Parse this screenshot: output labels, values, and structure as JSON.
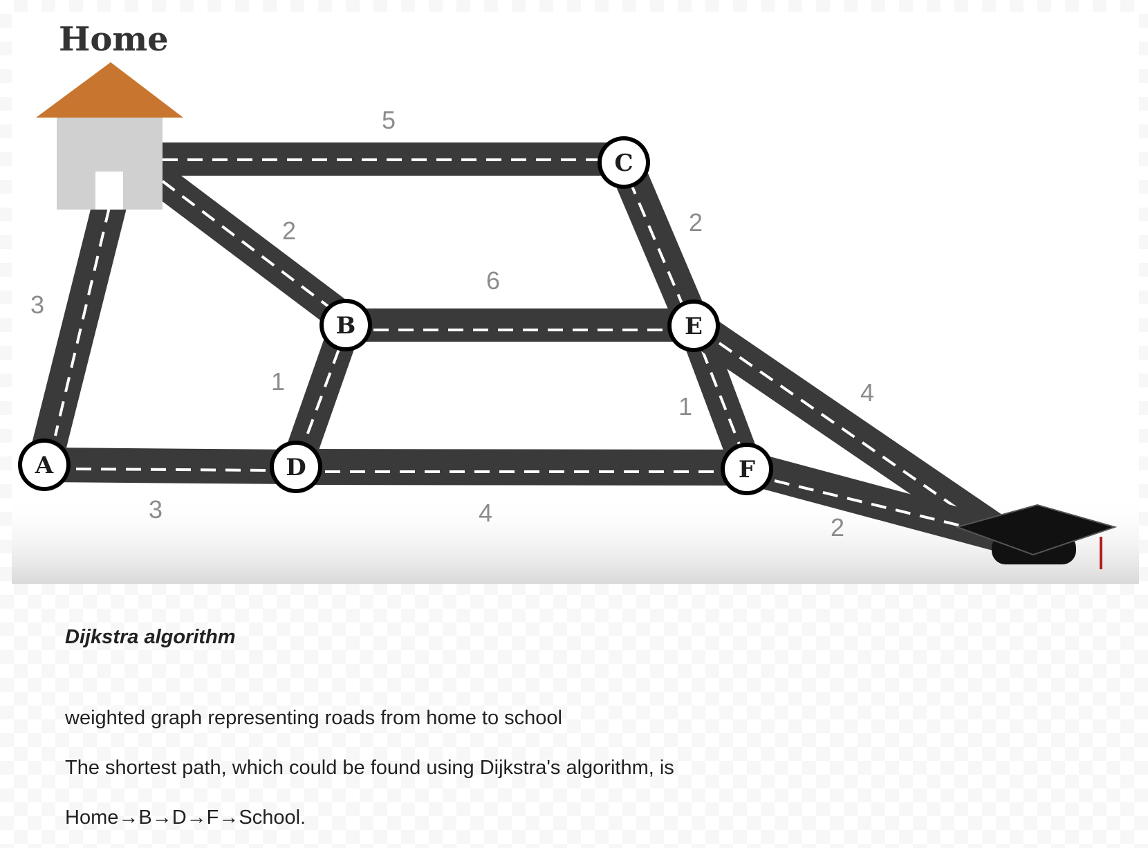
{
  "diagram": {
    "home_label": "Home",
    "nodes": {
      "A": "A",
      "B": "B",
      "C": "C",
      "D": "D",
      "E": "E",
      "F": "F"
    },
    "edges": [
      {
        "from": "Home",
        "to": "C",
        "weight": "5"
      },
      {
        "from": "Home",
        "to": "B",
        "weight": "2"
      },
      {
        "from": "Home",
        "to": "A",
        "weight": "3"
      },
      {
        "from": "C",
        "to": "E",
        "weight": "2"
      },
      {
        "from": "B",
        "to": "E",
        "weight": "6"
      },
      {
        "from": "B",
        "to": "D",
        "weight": "1"
      },
      {
        "from": "A",
        "to": "D",
        "weight": "3"
      },
      {
        "from": "D",
        "to": "F",
        "weight": "4"
      },
      {
        "from": "E",
        "to": "F",
        "weight": "1"
      },
      {
        "from": "E",
        "to": "School",
        "weight": "4"
      },
      {
        "from": "F",
        "to": "School",
        "weight": "2"
      }
    ],
    "colors": {
      "road": "#3a3a3a",
      "roof": "#c8762f",
      "house_wall": "#d0d0d0",
      "cap": "#111111",
      "tassel": "#b01e1e"
    }
  },
  "caption": {
    "title": "Dijkstra algorithm",
    "line1": "weighted graph representing roads from home to school",
    "line2": "The shortest path, which could be found using Dijkstra's algorithm, is",
    "line3": "Home→B→D→F→School."
  }
}
